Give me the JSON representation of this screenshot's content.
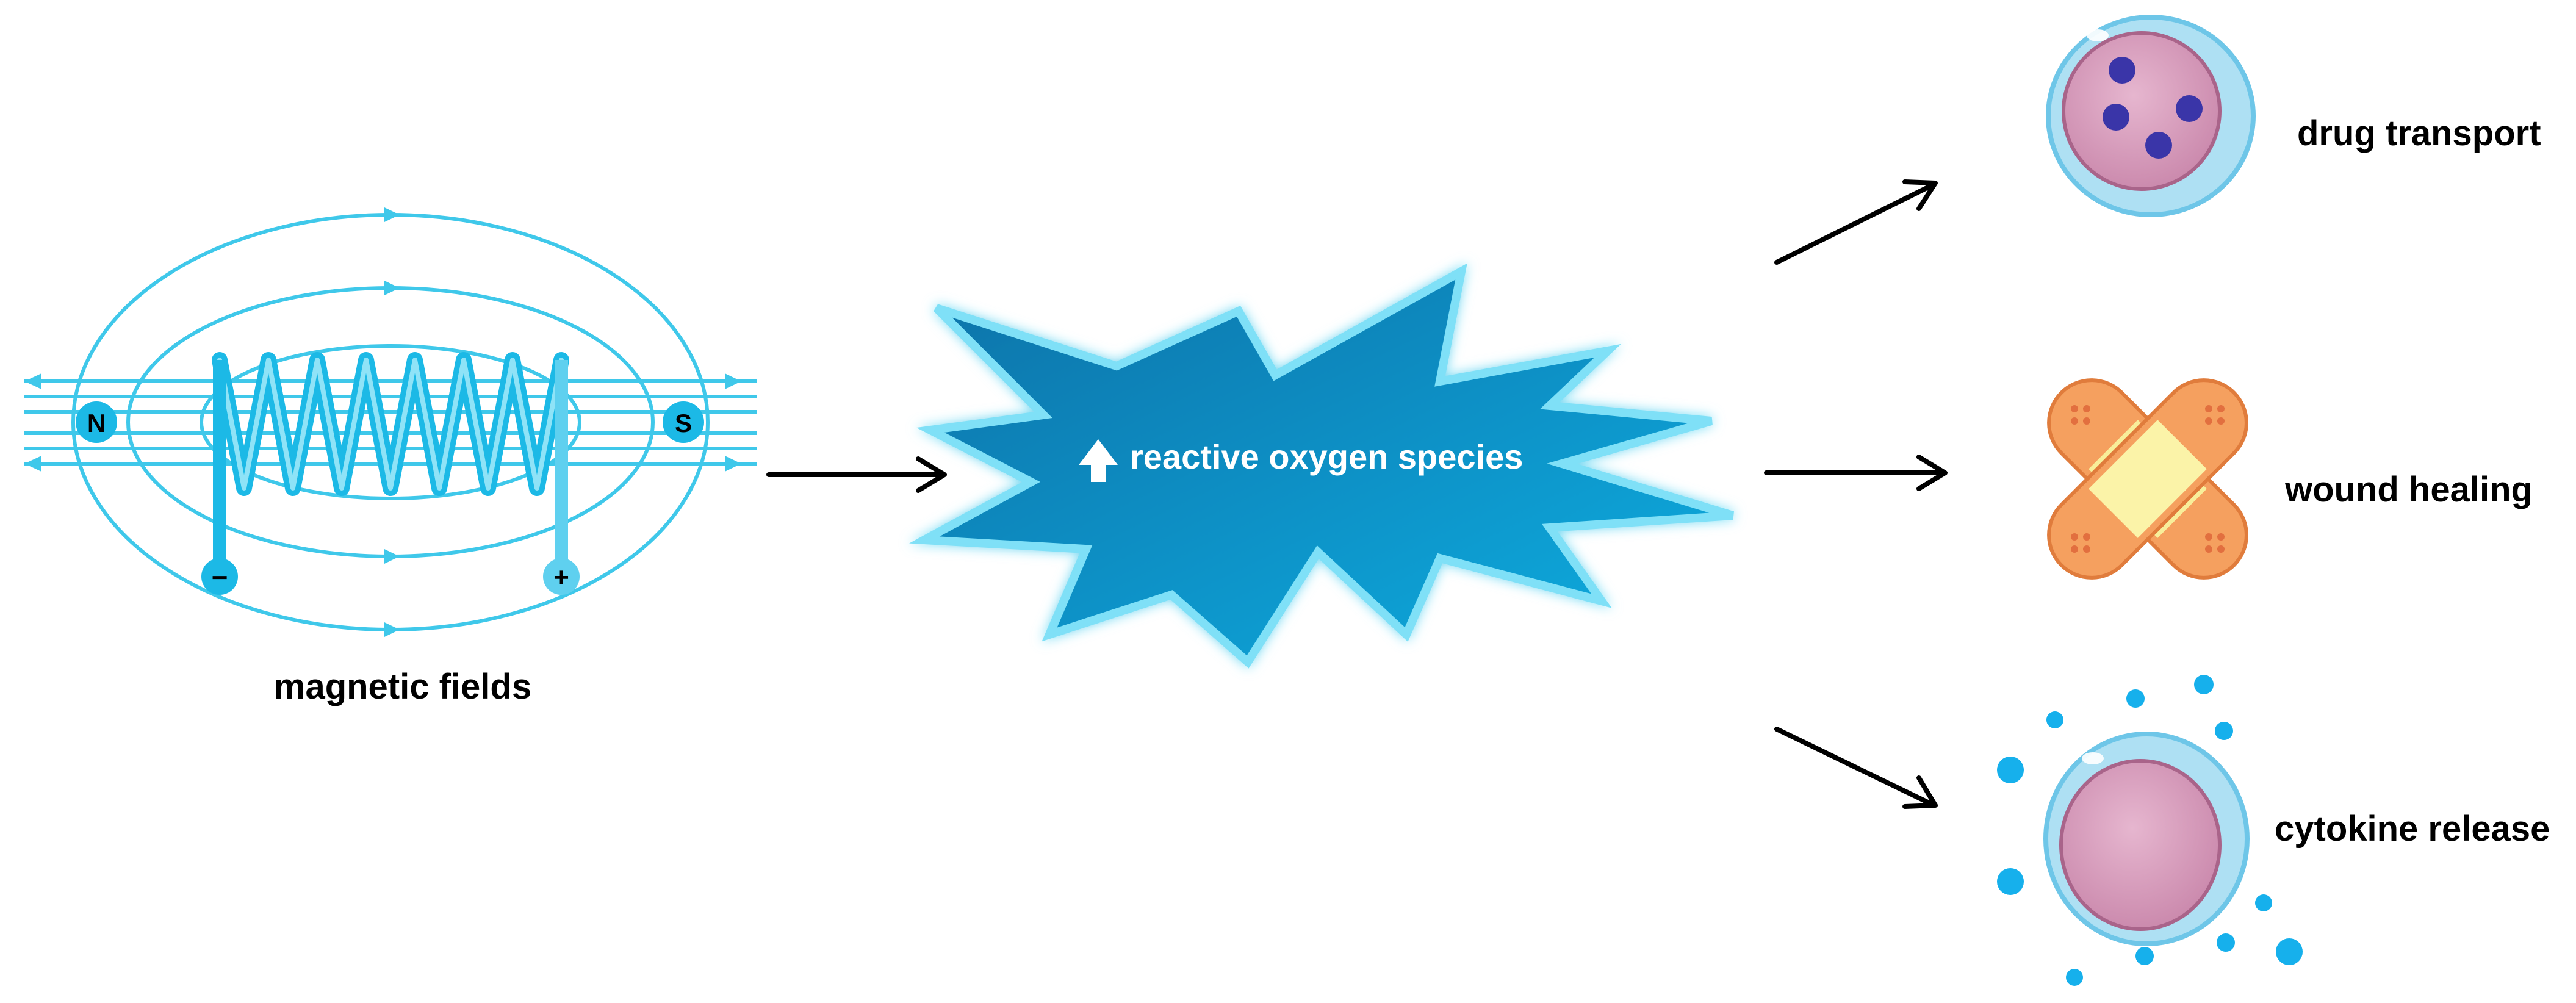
{
  "labels": {
    "magnetic": "magnetic fields",
    "ros": "reactive oxygen species",
    "drug": "drug transport",
    "wound": "wound healing",
    "cytokine": "cytokine release"
  },
  "poles": {
    "north": "N",
    "south": "S",
    "negative": "−",
    "positive": "+"
  },
  "icons": {
    "ros_direction": "up-arrow-icon",
    "drug": "cell-with-particles-icon",
    "wound": "crossed-bandage-icon",
    "cytokine": "cell-releasing-cytokines-icon"
  },
  "colors": {
    "field": "#3fc8ea",
    "coil": "#1cb9e6",
    "burst": "#0b93c8",
    "cell_membrane": "#aee0f3",
    "cell_body": "#d79bbb",
    "particle": "#3a35a8",
    "bandage": "#f5a05f",
    "cytokine": "#16b0ec"
  }
}
